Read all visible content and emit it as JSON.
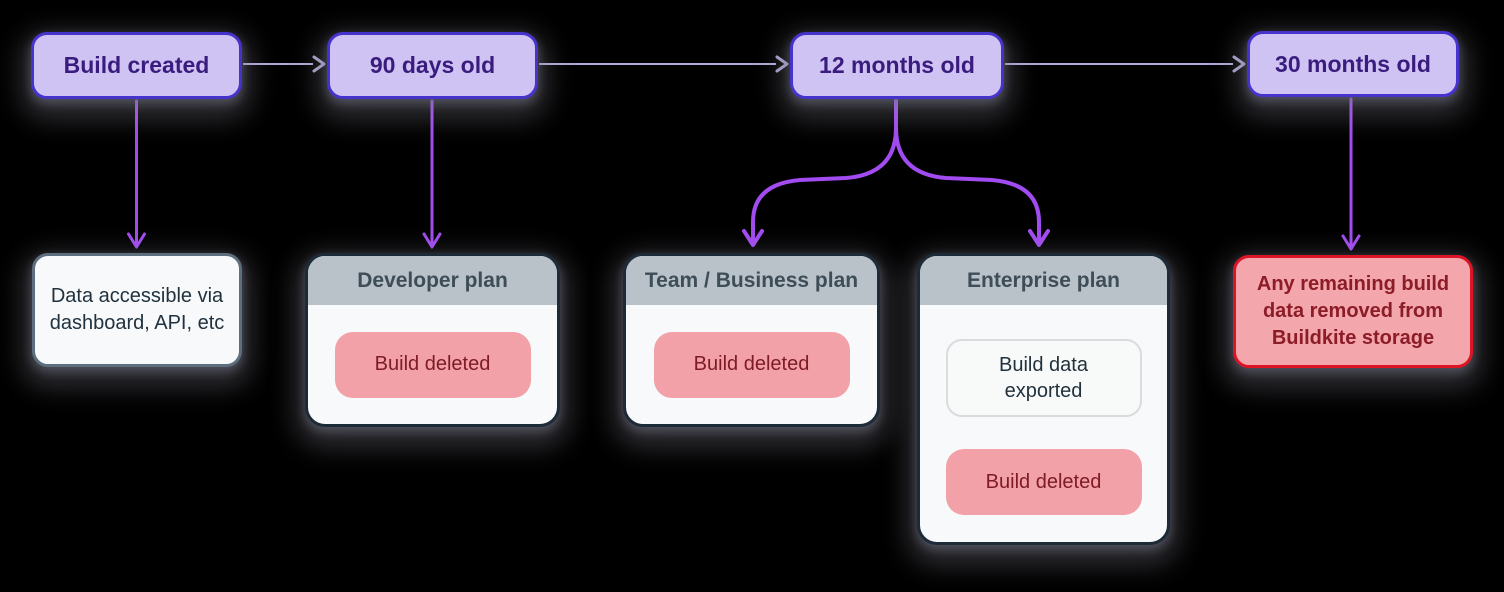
{
  "timeline": {
    "nodes": [
      {
        "label": "Build created"
      },
      {
        "label": "90 days old"
      },
      {
        "label": "12 months old"
      },
      {
        "label": "30 months old"
      }
    ]
  },
  "outcomes": {
    "created": {
      "text": "Data accessible via dashboard, API, etc"
    },
    "days90": {
      "plan": "Developer plan",
      "result": "Build deleted"
    },
    "months12_team": {
      "plan": "Team / Business plan",
      "result": "Build deleted"
    },
    "months12_enterprise": {
      "plan": "Enterprise plan",
      "step1": "Build data exported",
      "step2": "Build deleted"
    },
    "months30": {
      "text": "Any remaining build data removed from Buildkite storage"
    }
  },
  "colors": {
    "background": "#000000",
    "timeline_fill": "#cfc3f4",
    "timeline_border": "#4633cb",
    "timeline_text": "#3a1c7e",
    "arrow_purple": "#a24bf0",
    "connector_line": "#b3a6d8",
    "connector_head": "#a89dc9",
    "card_border": "#1d2b38",
    "card_header_bg": "#b8c2c8",
    "card_header_text": "#3e4d57",
    "card_body_bg": "#f7f9fa",
    "info_box_bg": "#f7f9fa",
    "info_box_border": "#5d6e7e",
    "info_box_text": "#21323e",
    "deleted_fill": "#f1a1a7",
    "deleted_text": "#7e1b24",
    "final_fill": "#f3a6ab",
    "final_border": "#dd1426",
    "final_text": "#8c1c27"
  }
}
